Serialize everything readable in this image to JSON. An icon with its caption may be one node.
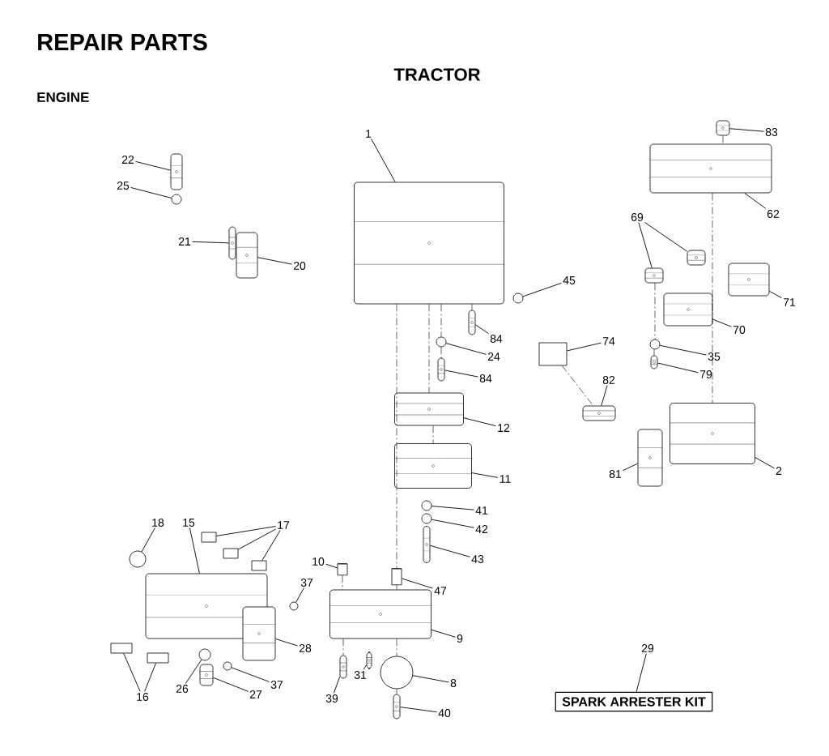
{
  "diagram": {
    "title": "REPAIR PARTS",
    "nodes": [
      {
        "text": [
          "1"
        ]
      },
      {
        "text": [],
        "shape": "picture"
      },
      {
        "text": [
          "22"
        ]
      },
      {
        "text": [],
        "shape": "picture"
      },
      {
        "text": [
          "25"
        ]
      },
      {
        "text": [],
        "shape": "circle"
      },
      {
        "text": [
          "21"
        ]
      },
      {
        "text": [],
        "shape": "picture"
      },
      {
        "text": [
          "20"
        ]
      },
      {
        "text": [],
        "shape": "picture"
      },
      {
        "text": [
          "83"
        ]
      },
      {
        "text": [],
        "shape": "picture"
      },
      {
        "text": [
          "62"
        ]
      },
      {
        "text": [],
        "shape": "picture"
      },
      {
        "text": [
          "69"
        ]
      },
      {
        "text": [],
        "shape": "picture"
      },
      {
        "text": [],
        "shape": "picture"
      },
      {
        "text": [
          "45"
        ]
      },
      {
        "text": [],
        "shape": "circle"
      },
      {
        "text": [
          "84"
        ]
      },
      {
        "text": [],
        "shape": "picture"
      },
      {
        "text": [
          "71"
        ]
      },
      {
        "text": [],
        "shape": "picture"
      },
      {
        "text": [
          "74"
        ]
      },
      {
        "text": [],
        "shape": "box"
      },
      {
        "text": [
          "24"
        ]
      },
      {
        "text": [],
        "shape": "circle"
      },
      {
        "text": [
          "70"
        ]
      },
      {
        "text": [],
        "shape": "picture"
      },
      {
        "text": [
          "35"
        ]
      },
      {
        "text": [],
        "shape": "circle"
      },
      {
        "text": [
          "84"
        ]
      },
      {
        "text": [],
        "shape": "picture"
      },
      {
        "text": [
          "79"
        ]
      },
      {
        "text": [],
        "shape": "picture"
      },
      {
        "text": [
          "82"
        ]
      },
      {
        "text": [],
        "shape": "picture"
      },
      {
        "text": [
          "12"
        ]
      },
      {
        "text": [],
        "shape": "picture"
      },
      {
        "text": [
          "81"
        ]
      },
      {
        "text": [],
        "shape": "picture"
      },
      {
        "text": [
          "2"
        ]
      },
      {
        "text": [],
        "shape": "picture"
      },
      {
        "text": [
          "11"
        ]
      },
      {
        "text": [],
        "shape": "picture"
      },
      {
        "text": [
          "41"
        ]
      },
      {
        "text": [],
        "shape": "circle"
      },
      {
        "text": [
          "42"
        ]
      },
      {
        "text": [],
        "shape": "circle"
      },
      {
        "text": [
          "17"
        ]
      },
      {
        "text": [],
        "shape": "box"
      },
      {
        "text": [],
        "shape": "box"
      },
      {
        "text": [],
        "shape": "box"
      },
      {
        "text": [
          "18"
        ]
      },
      {
        "text": [],
        "shape": "circle"
      },
      {
        "text": [
          "15"
        ]
      },
      {
        "text": [],
        "shape": "picture"
      },
      {
        "text": [
          "43"
        ]
      },
      {
        "text": [],
        "shape": "picture"
      },
      {
        "text": [
          "10"
        ]
      },
      {
        "text": [],
        "shape": "cylinder"
      },
      {
        "text": [
          "47"
        ]
      },
      {
        "text": [],
        "shape": "cylinder"
      },
      {
        "text": [
          "37"
        ]
      },
      {
        "text": [],
        "shape": "circle"
      },
      {
        "text": [
          "9"
        ]
      },
      {
        "text": [],
        "shape": "picture"
      },
      {
        "text": [
          "28"
        ]
      },
      {
        "text": [],
        "shape": "picture"
      },
      {
        "text": [
          "29"
        ]
      },
      {
        "text": [
          "SPARK ARRESTER KIT"
        ]
      },
      {
        "text": [
          "31"
        ]
      },
      {
        "text": [],
        "shape": "picture"
      },
      {
        "text": [
          "8"
        ]
      },
      {
        "text": [],
        "shape": "circle"
      },
      {
        "text": [
          "16"
        ]
      },
      {
        "text": [],
        "shape": "box"
      },
      {
        "text": [],
        "shape": "box"
      },
      {
        "text": [
          "26"
        ]
      },
      {
        "text": [],
        "shape": "circle"
      },
      {
        "text": [
          "27"
        ]
      },
      {
        "text": [],
        "shape": "picture"
      },
      {
        "text": [
          "37"
        ]
      },
      {
        "text": [],
        "shape": "circle"
      },
      {
        "text": [
          "39"
        ]
      },
      {
        "text": [],
        "shape": "picture"
      },
      {
        "text": [
          "40"
        ]
      },
      {
        "text": [],
        "shape": "picture"
      }
    ],
    "edges": [
      {
        "from": 0,
        "to": 1,
        "arrow": "none"
      },
      {
        "from": 2,
        "to": 3,
        "arrow": "none"
      },
      {
        "from": 4,
        "to": 5,
        "arrow": "none"
      },
      {
        "from": 6,
        "to": 7,
        "arrow": "none"
      },
      {
        "from": 8,
        "to": 9,
        "arrow": "none"
      },
      {
        "from": 10,
        "to": 11,
        "arrow": "none"
      },
      {
        "from": 12,
        "to": 13,
        "arrow": "none"
      },
      {
        "from": 14,
        "to": 15,
        "arrow": "none"
      },
      {
        "from": 14,
        "to": 16,
        "arrow": "none"
      },
      {
        "from": 17,
        "to": 18,
        "arrow": "none"
      },
      {
        "from": 19,
        "to": 20,
        "arrow": "none"
      },
      {
        "from": 21,
        "to": 22,
        "arrow": "none"
      },
      {
        "from": 23,
        "to": 24,
        "arrow": "none"
      },
      {
        "from": 25,
        "to": 26,
        "arrow": "none"
      },
      {
        "from": 27,
        "to": 28,
        "arrow": "none"
      },
      {
        "from": 29,
        "to": 30,
        "arrow": "none"
      },
      {
        "from": 31,
        "to": 32,
        "arrow": "none"
      },
      {
        "from": 33,
        "to": 34,
        "arrow": "none"
      },
      {
        "from": 35,
        "to": 36,
        "arrow": "none"
      },
      {
        "from": 37,
        "to": 38,
        "arrow": "none"
      },
      {
        "from": 39,
        "to": 40,
        "arrow": "none"
      },
      {
        "from": 41,
        "to": 42,
        "arrow": "none"
      },
      {
        "from": 43,
        "to": 44,
        "arrow": "none"
      },
      {
        "from": 45,
        "to": 46,
        "arrow": "none"
      },
      {
        "from": 47,
        "to": 48,
        "arrow": "none"
      },
      {
        "from": 49,
        "to": 50,
        "arrow": "none"
      },
      {
        "from": 49,
        "to": 51,
        "arrow": "none"
      },
      {
        "from": 49,
        "to": 52,
        "arrow": "none"
      },
      {
        "from": 53,
        "to": 54,
        "arrow": "none"
      },
      {
        "from": 55,
        "to": 56,
        "arrow": "none"
      },
      {
        "from": 57,
        "to": 58,
        "arrow": "none"
      },
      {
        "from": 59,
        "to": 60,
        "arrow": "none"
      },
      {
        "from": 61,
        "to": 62,
        "arrow": "none"
      },
      {
        "from": 63,
        "to": 64,
        "arrow": "none"
      },
      {
        "from": 65,
        "to": 66,
        "arrow": "none"
      },
      {
        "from": 67,
        "to": 68,
        "arrow": "none"
      },
      {
        "from": 69,
        "to": 70,
        "arrow": "none"
      },
      {
        "from": 71,
        "to": 72,
        "arrow": "none"
      },
      {
        "from": 73,
        "to": 74,
        "arrow": "none"
      },
      {
        "from": 75,
        "to": 76,
        "arrow": "none"
      },
      {
        "from": 75,
        "to": 77,
        "arrow": "none"
      },
      {
        "from": 78,
        "to": 79,
        "arrow": "none"
      },
      {
        "from": 80,
        "to": 81,
        "arrow": "none"
      },
      {
        "from": 82,
        "to": 83,
        "arrow": "none"
      },
      {
        "from": 84,
        "to": 85,
        "arrow": "none"
      },
      {
        "from": 86,
        "to": 87,
        "arrow": "none"
      },
      {
        "from": 1,
        "to": 26,
        "arrow": "none",
        "style": "dashed"
      },
      {
        "from": 26,
        "to": 32,
        "arrow": "none",
        "style": "dashed"
      },
      {
        "from": 1,
        "to": 20,
        "arrow": "none",
        "style": "dashed"
      },
      {
        "from": 1,
        "to": 38,
        "arrow": "none",
        "style": "dashed"
      },
      {
        "from": 38,
        "to": 44,
        "arrow": "none",
        "style": "dashed"
      },
      {
        "from": 1,
        "to": 62,
        "arrow": "none",
        "style": "dashed"
      },
      {
        "from": 62,
        "to": 66,
        "arrow": "none",
        "style": "dashed"
      },
      {
        "from": 66,
        "to": 74,
        "arrow": "none",
        "style": "dashed"
      },
      {
        "from": 74,
        "to": 87,
        "arrow": "none",
        "style": "dashed"
      },
      {
        "from": 60,
        "to": 66,
        "arrow": "none",
        "style": "dashed"
      },
      {
        "from": 66,
        "to": 85,
        "arrow": "none",
        "style": "dashed"
      },
      {
        "from": 11,
        "to": 13,
        "arrow": "none",
        "style": "dashed"
      },
      {
        "from": 13,
        "to": 42,
        "arrow": "none",
        "style": "dashed"
      },
      {
        "from": 15,
        "to": 30,
        "arrow": "none",
        "style": "dashed"
      },
      {
        "from": 30,
        "to": 34,
        "arrow": "none",
        "style": "dashed"
      },
      {
        "from": 24,
        "to": 36,
        "arrow": "none",
        "style": "dashed"
      }
    ],
    "labels": [
      "TRACTOR",
      "ENGINE"
    ]
  }
}
